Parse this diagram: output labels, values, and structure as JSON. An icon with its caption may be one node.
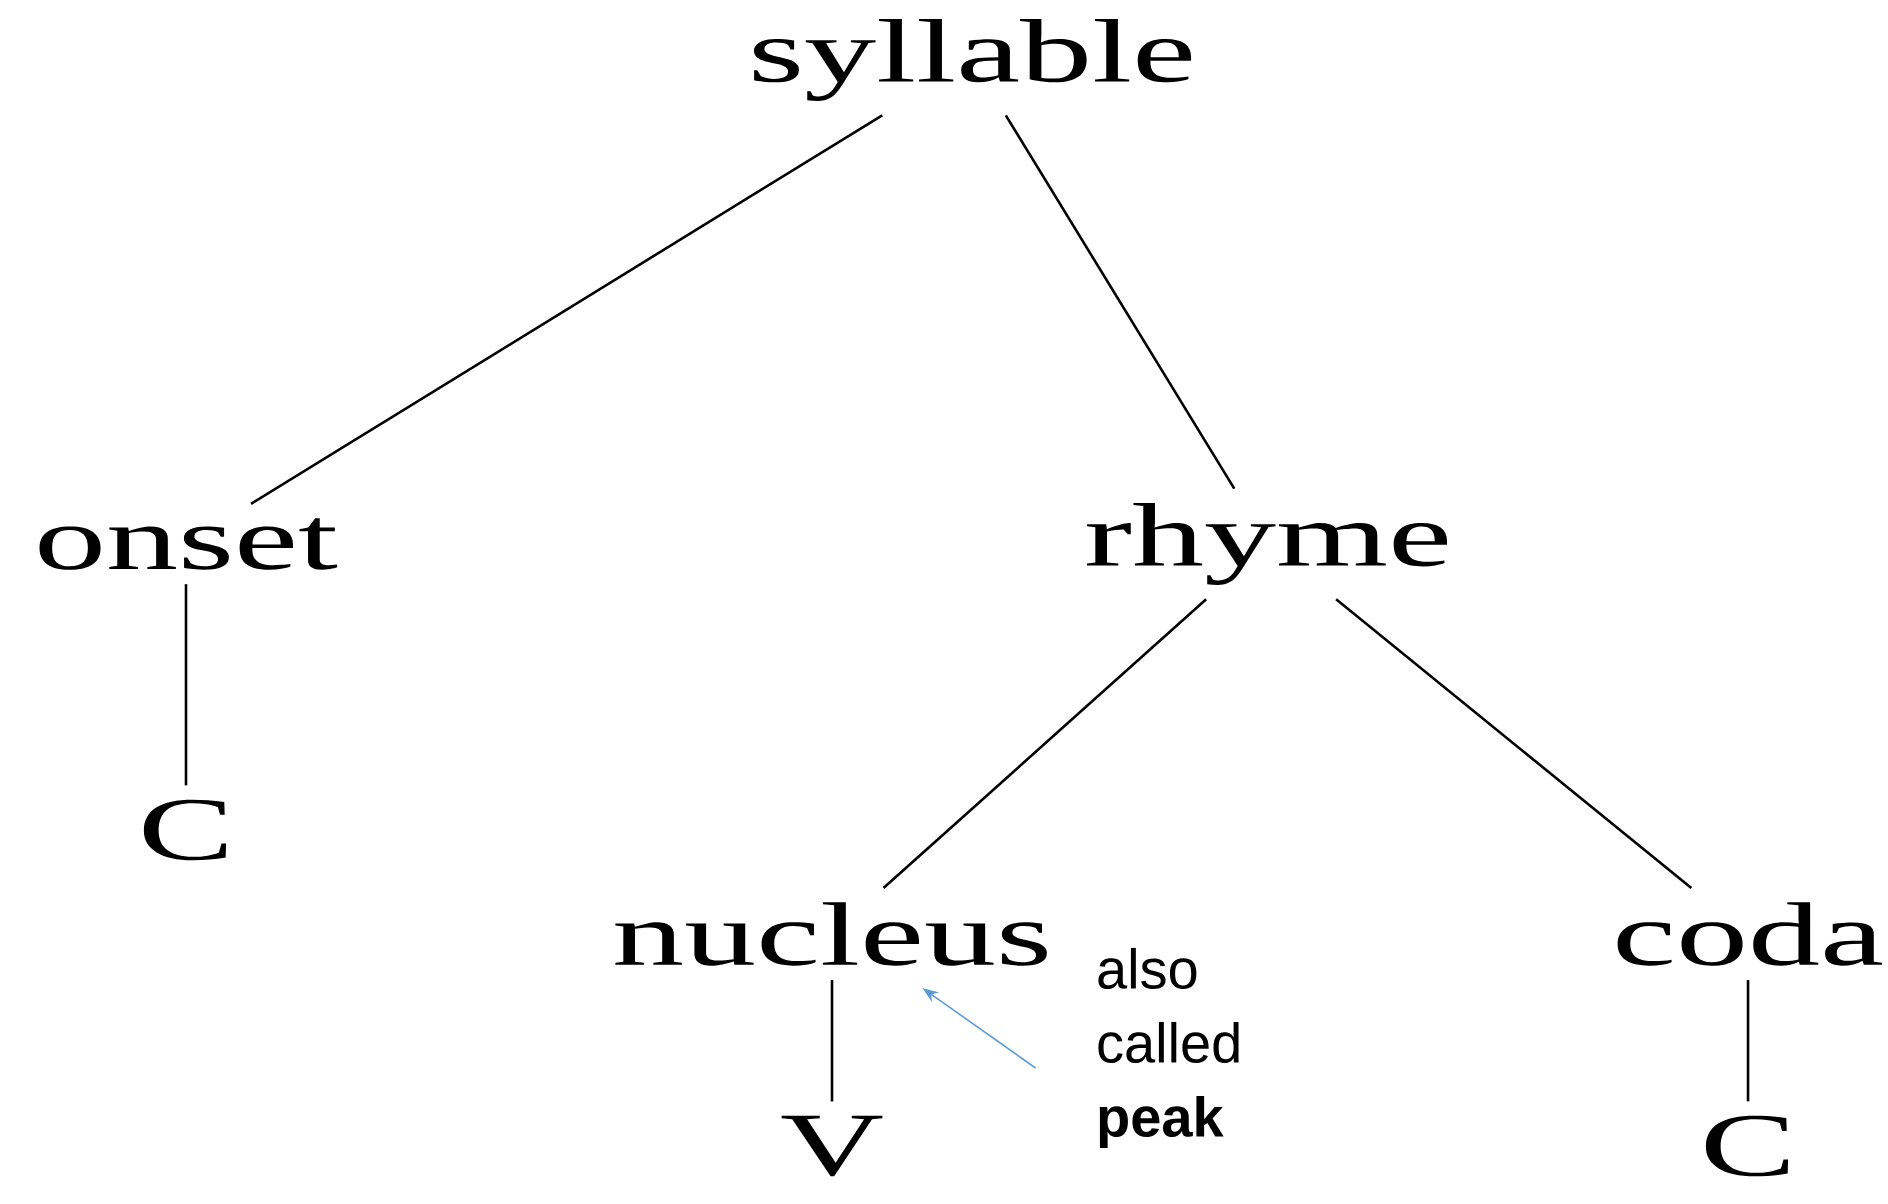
{
  "diagram": {
    "nodes": [
      {
        "text": [
          "syllable"
        ]
      },
      {
        "text": [
          "onset"
        ]
      },
      {
        "text": [
          "rhyme"
        ]
      },
      {
        "text": [
          "C"
        ]
      },
      {
        "text": [
          "nucleus"
        ]
      },
      {
        "text": [
          "coda"
        ]
      },
      {
        "text": [
          "V"
        ]
      },
      {
        "text": [
          "C"
        ]
      },
      {
        "text": [
          "also called **peak**"
        ]
      }
    ],
    "edges": [
      {
        "from": 0,
        "to": 1,
        "arrow": "none"
      },
      {
        "from": 0,
        "to": 2,
        "arrow": "none"
      },
      {
        "from": 1,
        "to": 3,
        "arrow": "none"
      },
      {
        "from": 2,
        "to": 4,
        "arrow": "none"
      },
      {
        "from": 2,
        "to": 5,
        "arrow": "none"
      },
      {
        "from": 4,
        "to": 6,
        "arrow": "none"
      },
      {
        "from": 5,
        "to": 7,
        "arrow": "none"
      },
      {
        "from": 8,
        "to": 4,
        "arrow": "to",
        "color": "#5b9bd5"
      }
    ]
  }
}
